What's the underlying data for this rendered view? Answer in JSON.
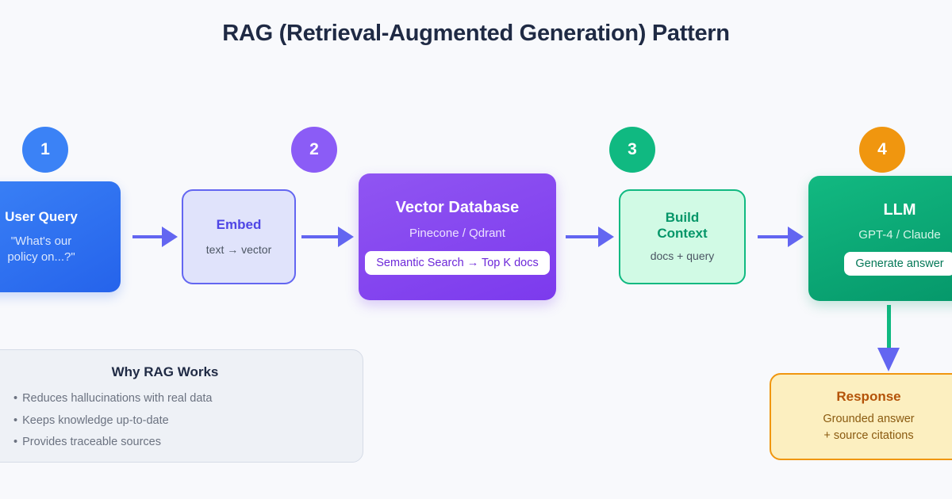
{
  "title": "RAG (Retrieval-Augmented Generation) Pattern",
  "colors": {
    "background": "#f8f9fc",
    "title": "#1f2a44",
    "arrow": "#6366f1",
    "step1": "#3b82f6",
    "step2": "#8b5cf6",
    "step3": "#10b981",
    "step4": "#f0960f",
    "response_border": "#f0960f",
    "response_fill": "#fcefc0"
  },
  "badges": [
    {
      "number": "1"
    },
    {
      "number": "2"
    },
    {
      "number": "3"
    },
    {
      "number": "4"
    }
  ],
  "nodes": {
    "query": {
      "title": "User Query",
      "sub_line1": "\"What's our",
      "sub_line2": "policy on...?\""
    },
    "embed": {
      "title": "Embed",
      "sub": "text → vector"
    },
    "vectordb": {
      "title": "Vector Database",
      "sub": "Pinecone / Qdrant",
      "pill": "Semantic Search → Top K docs"
    },
    "context": {
      "title_line1": "Build",
      "title_line2": "Context",
      "sub": "docs + query"
    },
    "llm": {
      "title": "LLM",
      "sub": "GPT-4 / Claude",
      "pill": "Generate answer"
    },
    "response": {
      "title": "Response",
      "sub_line1": "Grounded answer",
      "sub_line2": "+ source citations"
    }
  },
  "info_panel": {
    "title": "Why RAG Works",
    "bullet_marker": "•",
    "bullets": [
      "Reduces hallucinations with real data",
      "Keeps knowledge up-to-date",
      "Provides traceable sources"
    ]
  }
}
